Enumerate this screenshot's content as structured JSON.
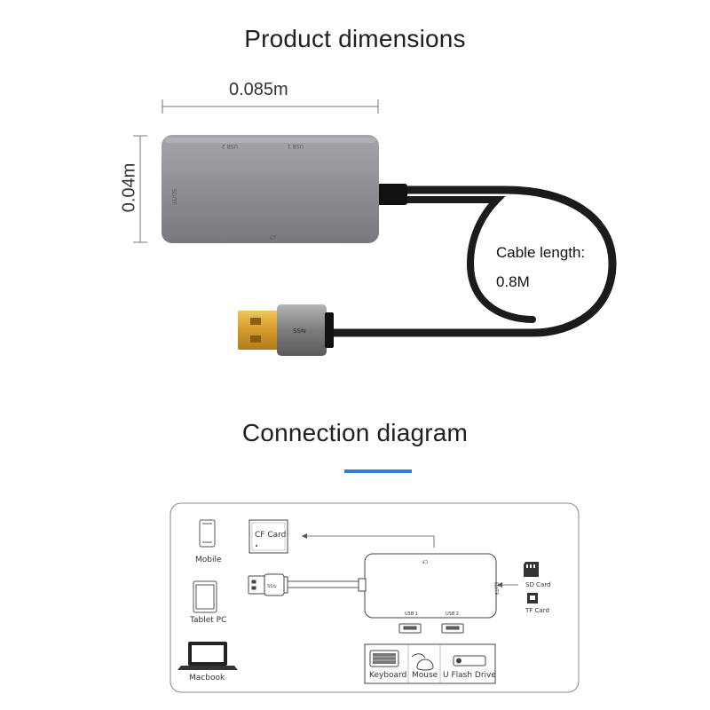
{
  "titles": {
    "product_dimensions": "Product dimensions",
    "connection_diagram": "Connection diagram"
  },
  "dimensions": {
    "width": "0.085m",
    "height": "0.04m",
    "cable_label_line1": "Cable length:",
    "cable_label_line2": "0.8M"
  },
  "hub_ports": {
    "usb1": "USB 1",
    "usb2": "USB 2",
    "sdtf": "SD/TF",
    "cf": "CF"
  },
  "diagram": {
    "devices": [
      "Mobile",
      "Tablet PC",
      "Macbook"
    ],
    "cf_card": "CF Card",
    "sd_card": "SD Card",
    "tf_card": "TF Card",
    "usb1": "USB 1",
    "usb2": "USB 2",
    "sdtf": "SD/TF",
    "peripherals": [
      "Keyboard",
      "Mouse",
      "U Flash Drive"
    ]
  },
  "colors": {
    "accent": "#2e7fd6",
    "hub_body": "#8d8d92",
    "connector_gold": "#d8a73a",
    "cable": "#1b1b1b"
  }
}
